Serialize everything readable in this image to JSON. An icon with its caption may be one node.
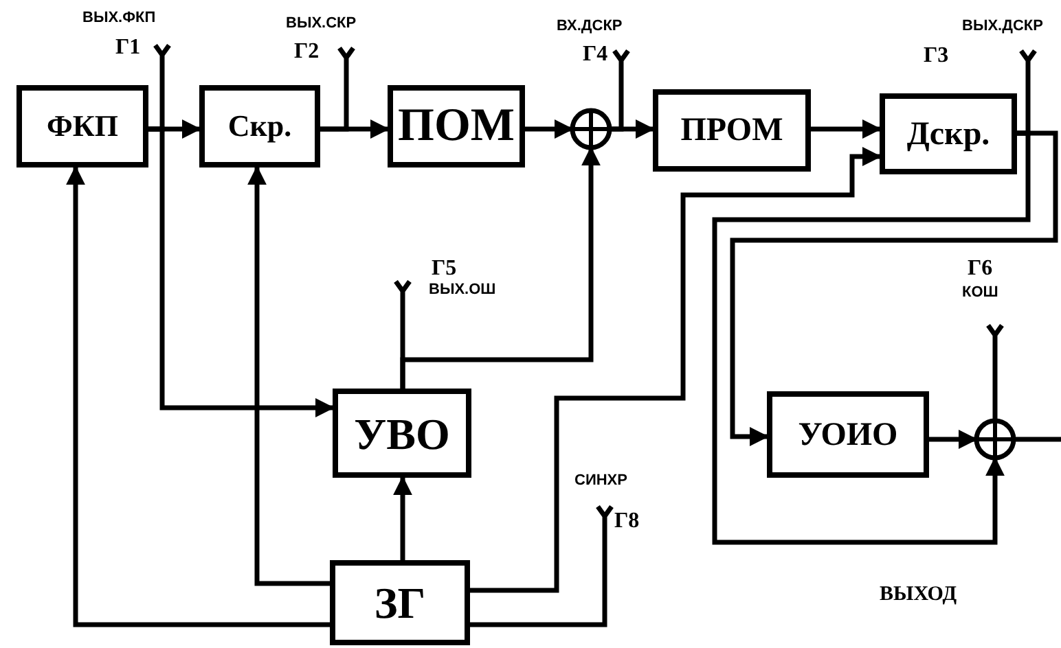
{
  "diagram": {
    "nodes": [
      {
        "text": [
          "ФКП"
        ]
      },
      {
        "text": [
          "Скр."
        ]
      },
      {
        "text": [
          "ПОМ"
        ]
      },
      {
        "text": [],
        "shape": "circle"
      },
      {
        "text": [
          "ПРОМ"
        ]
      },
      {
        "text": [
          "Дскр."
        ]
      },
      {
        "text": [
          "УВО"
        ]
      },
      {
        "text": [
          "ЗГ"
        ]
      },
      {
        "text": [
          "УОИО"
        ]
      },
      {
        "text": [],
        "shape": "circle"
      },
      {
        "text": [
          "ВЫХ.ФКП",
          "Г1"
        ]
      },
      {
        "text": [
          "ВЫХ.СКР",
          "Г2"
        ]
      },
      {
        "text": [
          "ВХ.ДСКР",
          "Г4"
        ]
      },
      {
        "text": [
          "ВЫХ.ДСКР",
          "Г3"
        ]
      },
      {
        "text": [
          "Г5",
          "ВЫХ.ОШ"
        ]
      },
      {
        "text": [
          "Г6",
          "КОШ"
        ]
      },
      {
        "text": [
          "СИНХР",
          "Г8"
        ]
      }
    ],
    "edges": [
      {
        "from": 0,
        "to": 1,
        "arrow": "to"
      },
      {
        "from": 0,
        "to": 10,
        "arrow": "none"
      },
      {
        "from": 0,
        "to": 6,
        "arrow": "to"
      },
      {
        "from": 1,
        "to": 2,
        "arrow": "to"
      },
      {
        "from": 1,
        "to": 11,
        "arrow": "none"
      },
      {
        "from": 2,
        "to": 3,
        "arrow": "to"
      },
      {
        "from": 3,
        "to": 4,
        "arrow": "to"
      },
      {
        "from": 3,
        "to": 12,
        "arrow": "none"
      },
      {
        "from": 4,
        "to": 5,
        "arrow": "to"
      },
      {
        "from": 6,
        "to": 3,
        "arrow": "to"
      },
      {
        "from": 6,
        "to": 14,
        "arrow": "none"
      },
      {
        "from": 7,
        "to": 6,
        "arrow": "to"
      },
      {
        "from": 7,
        "to": 1,
        "arrow": "to"
      },
      {
        "from": 7,
        "to": 0,
        "arrow": "to"
      },
      {
        "from": 7,
        "to": 5,
        "arrow": "to"
      },
      {
        "from": 7,
        "to": 16,
        "arrow": "none"
      },
      {
        "from": 5,
        "to": 13,
        "arrow": "none"
      },
      {
        "from": 5,
        "to": 8,
        "arrow": "to"
      },
      {
        "from": 5,
        "to": 9,
        "arrow": "to"
      },
      {
        "from": 8,
        "to": 9,
        "arrow": "to"
      },
      {
        "from": 9,
        "to": 15,
        "arrow": "none"
      },
      {
        "from": 9,
        "to": null,
        "arrow": "none"
      }
    ],
    "labels": [
      "ВЫХОД"
    ]
  }
}
